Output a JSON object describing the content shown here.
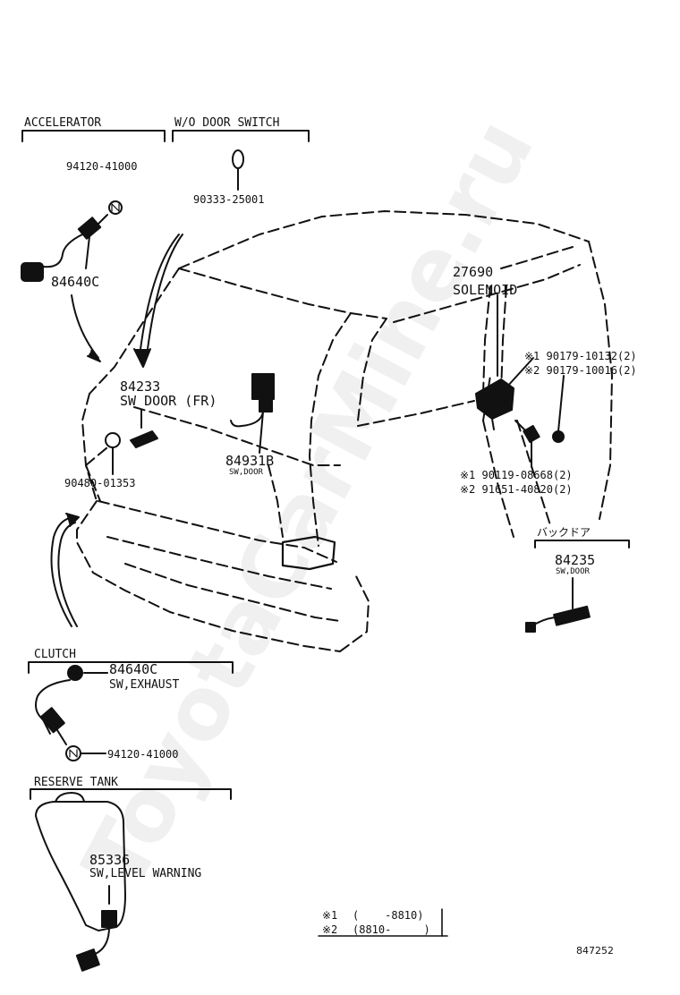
{
  "sections": {
    "accelerator": "ACCELERATOR",
    "wo_door_switch": "W/O DOOR SWITCH",
    "clutch": "CLUTCH",
    "reserve_tank": "RESERVE TANK",
    "back_door": "バックドア"
  },
  "parts": {
    "p94120_top": "94120-41000",
    "p90333": "90333-25001",
    "p84640c_top": "84640C",
    "p84233": "84233",
    "p84233_desc": "SW DOOR (FR)",
    "p90480": "90480-01353",
    "p84931b": "84931B",
    "p84931b_desc": "SW,DOOR",
    "p27690": "27690",
    "p27690_desc": "SOLENOID",
    "p90179_a": "※1 90179-10132(2)",
    "p90179_b": "※2 90179-10016(2)",
    "p90119": "※1 90119-08668(2)",
    "p91651": "※2 91651-40820(2)",
    "p84235": "84235",
    "p84235_desc": "SW,DOOR",
    "p84640c_clutch": "84640C",
    "p84640c_clutch_desc": "SW,EXHAUST",
    "p94120_clutch": "94120-41000",
    "p85336": "85336",
    "p85336_desc": "SW,LEVEL WARNING"
  },
  "legend": {
    "row1_mark": "※1",
    "row1_range": "(    -8810)",
    "row2_mark": "※2",
    "row2_range": "(8810-     )"
  },
  "figure_id": "847252",
  "watermark": "ToyotaCarMine.ru"
}
